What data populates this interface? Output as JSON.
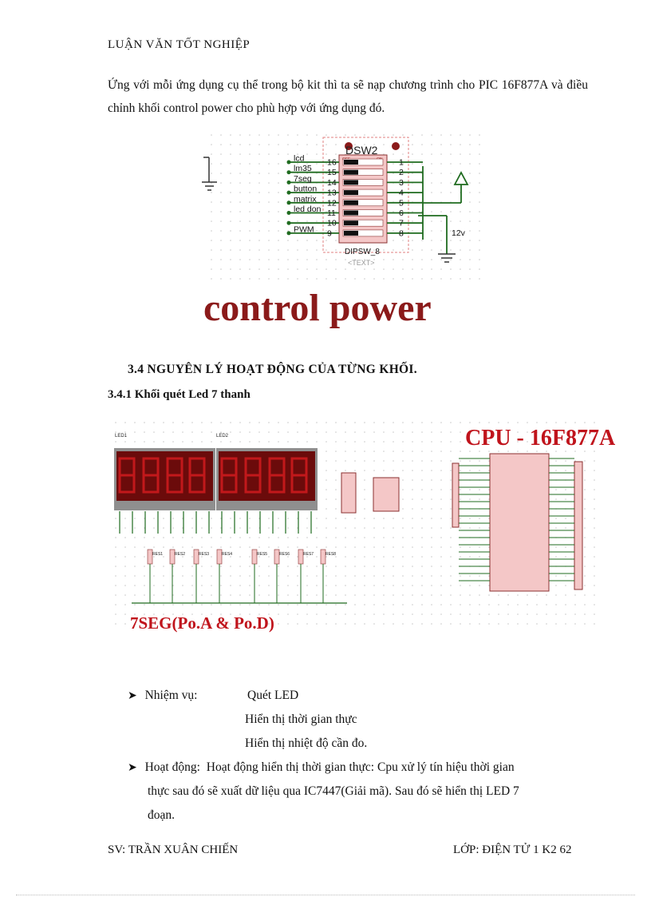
{
  "header": {
    "title": "LUẬN VĂN TỐT NGHIỆP"
  },
  "intro": {
    "text": "Ứng với mỗi ứng dụng cụ thể trong bộ kit thì ta sẽ nạp chương trình cho PIC 16F877A và điều chỉnh khối control power cho phù hợp với ứng dụng đó."
  },
  "figure1": {
    "component_name": "DSW2",
    "part_label": "DIPSW_8",
    "text_placeholder": "<TEXT>",
    "switch_state_off": "OFF",
    "switch_state_on": "ON",
    "left_labels": [
      "lcd",
      "lm35",
      "7seg",
      "button",
      "matrix",
      "led don",
      "",
      "PWM"
    ],
    "left_pins": [
      "16",
      "15",
      "14",
      "13",
      "12",
      "11",
      "10",
      "9"
    ],
    "right_pins": [
      "1",
      "2",
      "3",
      "4",
      "5",
      "6",
      "7",
      "8"
    ],
    "supply_label": "12v",
    "caption": "control power",
    "caption_color": "#8b1a1a"
  },
  "section": {
    "heading": "3.4  NGUYÊN LÝ HOẠT ĐỘNG CỦA TỪNG KHỐI."
  },
  "subsection": {
    "heading": "3.4.1 Khối quét Led 7 thanh"
  },
  "figure2": {
    "led1_label": "LED1",
    "led2_label": "LED2",
    "resistors": [
      "RES1",
      "RES2",
      "RES3",
      "RES4",
      "RES5",
      "RES6",
      "RES7",
      "RES8"
    ],
    "cpu_title": "CPU - 16F877A",
    "caption": "7SEG(Po.A & Po.D)",
    "title_color": "#c0141c"
  },
  "bullets": [
    {
      "label": "Nhiệm vụ:",
      "lines": [
        "Quét LED",
        "Hiển thị thời gian thực",
        "Hiển thị nhiệt độ cần đo."
      ]
    },
    {
      "label": "Hoạt động:",
      "lines": [
        "Hoạt động hiển thị thời gian thực: Cpu xử lý tín hiệu thời gian",
        "thực sau đó sẽ xuất dữ liệu qua IC7447(Giải mã). Sau đó sẽ hiển thị LED 7",
        "đoạn."
      ]
    }
  ],
  "footer": {
    "left": "SV: TRẦN XUÂN CHIẾN",
    "right": "LỚP: ĐIỆN TỬ 1 K2   62"
  }
}
